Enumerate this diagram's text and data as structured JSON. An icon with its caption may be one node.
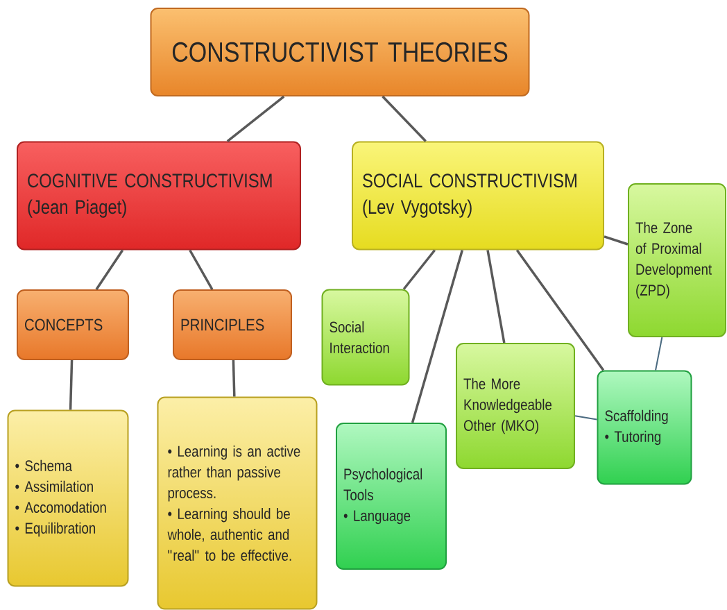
{
  "diagram": {
    "nodes": [
      {
        "text": [
          "CONSTRUCTIVIST THEORIES"
        ]
      },
      {
        "text": [
          "COGNITIVE CONSTRUCTIVISM",
          "(Jean Piaget)"
        ]
      },
      {
        "text": [
          "SOCIAL CONSTRUCTIVISM",
          "(Lev Vygotsky)"
        ]
      },
      {
        "text": [
          "The Zone of Proximal Development (ZPD)"
        ]
      },
      {
        "text": [
          "CONCEPTS"
        ]
      },
      {
        "text": [
          "PRINCIPLES"
        ]
      },
      {
        "text": [
          "Social Interaction"
        ]
      },
      {
        "text": [
          "• Schema",
          "• Assimilation",
          "• Accomodation",
          "• Equilibration"
        ]
      },
      {
        "text": [
          "• Learning is an active rather than passive process.",
          "• Learning should be whole, authentic and \"real\" to be effective."
        ]
      },
      {
        "text": [
          "The More Knowledgeable Other (MKO)"
        ]
      },
      {
        "text": [
          "Scaffolding",
          "• Tutoring"
        ]
      },
      {
        "text": [
          "Psychological Tools",
          "• Language"
        ]
      }
    ],
    "edges": [
      {
        "from": 0,
        "to": 1,
        "arrow": "none"
      },
      {
        "from": 0,
        "to": 2,
        "arrow": "none"
      },
      {
        "from": 1,
        "to": 4,
        "arrow": "none"
      },
      {
        "from": 1,
        "to": 5,
        "arrow": "none"
      },
      {
        "from": 4,
        "to": 7,
        "arrow": "none"
      },
      {
        "from": 5,
        "to": 8,
        "arrow": "none"
      },
      {
        "from": 2,
        "to": 3,
        "arrow": "none"
      },
      {
        "from": 2,
        "to": 6,
        "arrow": "none"
      },
      {
        "from": 2,
        "to": 11,
        "arrow": "none"
      },
      {
        "from": 2,
        "to": 9,
        "arrow": "none"
      },
      {
        "from": 2,
        "to": 10,
        "arrow": "none"
      },
      {
        "from": 3,
        "to": 10,
        "arrow": "none",
        "color": "#4a6a80"
      },
      {
        "from": 9,
        "to": 10,
        "arrow": "none",
        "color": "#4a6a80"
      }
    ]
  }
}
